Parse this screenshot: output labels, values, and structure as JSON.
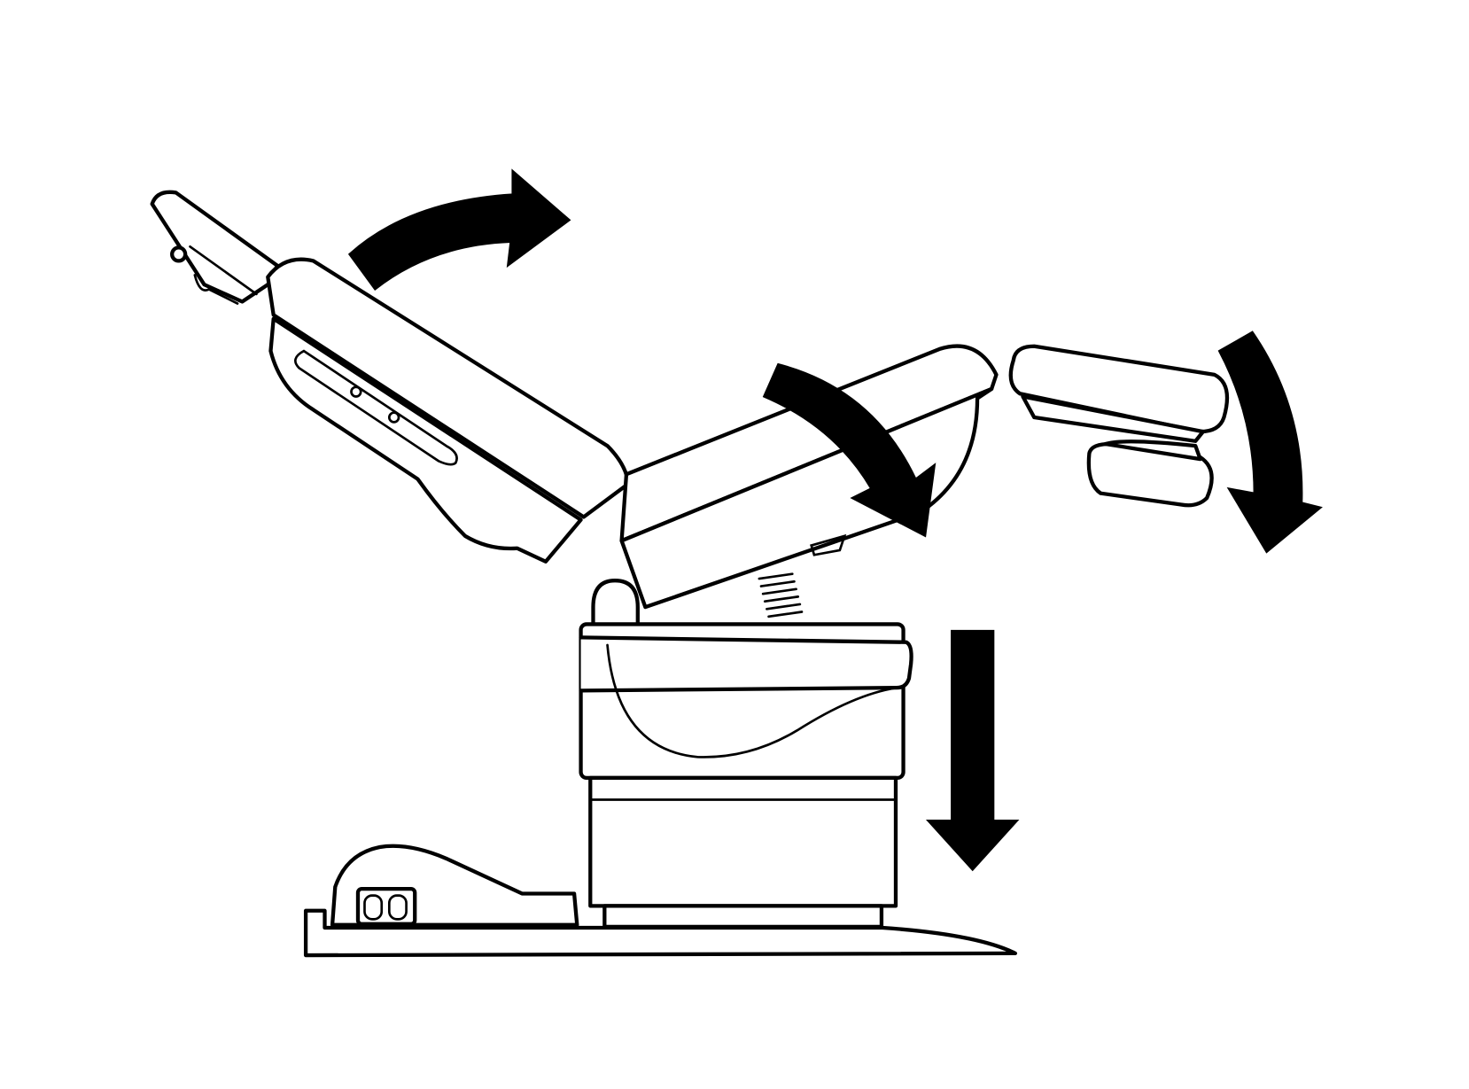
{
  "diagram": {
    "subject": "exam-chair",
    "colors": {
      "stroke": "#000000",
      "background": "#ffffff"
    },
    "arrows": [
      {
        "id": "backrest-rotate",
        "direction": "clockwise"
      },
      {
        "id": "seat-tilt",
        "direction": "clockwise"
      },
      {
        "id": "legrest-rotate",
        "direction": "clockwise"
      },
      {
        "id": "base-lower",
        "direction": "down"
      }
    ]
  }
}
